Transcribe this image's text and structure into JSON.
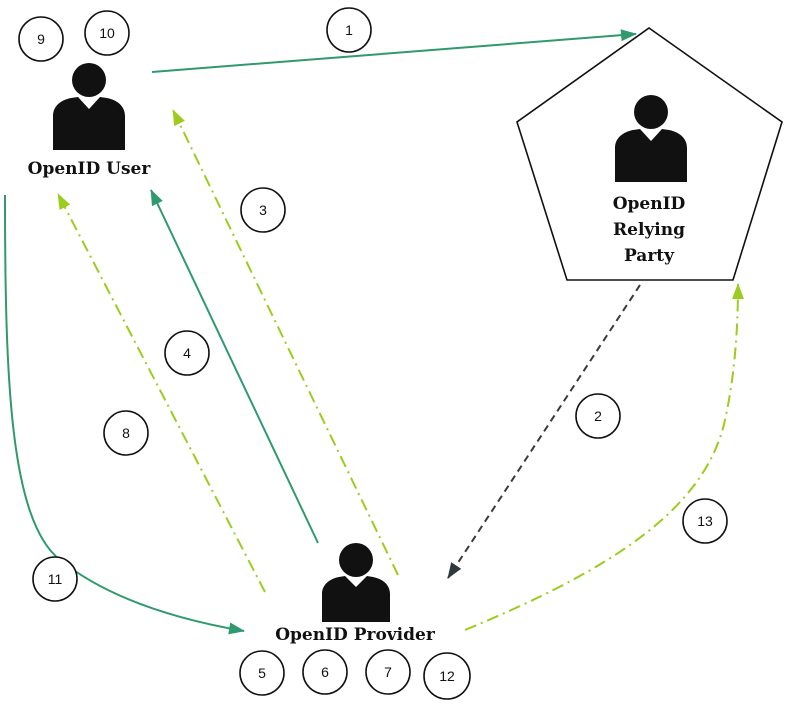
{
  "actors": {
    "user": {
      "name": "OpenID User"
    },
    "relying_party": {
      "name_lines": [
        "OpenID",
        "Relying",
        "Party"
      ]
    },
    "provider": {
      "name": "OpenID Provider"
    }
  },
  "steps": [
    "1",
    "2",
    "3",
    "4",
    "5",
    "6",
    "7",
    "8",
    "9",
    "10",
    "11",
    "12",
    "13"
  ],
  "colors": {
    "solid_green": "#2e9a6e",
    "dashdot_lime": "#9ccc1f",
    "dashed_dark": "#3a3a3a",
    "outline": "#111111"
  }
}
